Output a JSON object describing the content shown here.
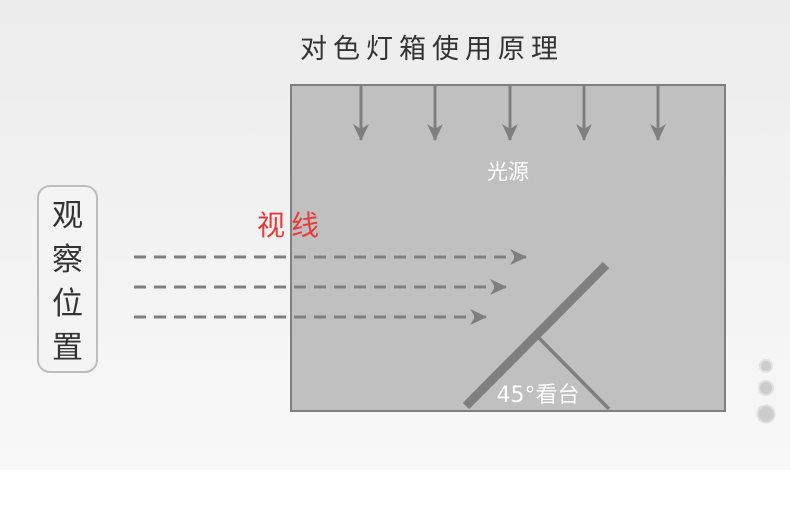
{
  "title": "对色灯箱使用原理",
  "light_source_label": "光源",
  "sight_line_label": "视线",
  "observation_label": [
    "观",
    "察",
    "位",
    "置"
  ],
  "platform_label": "45°看台",
  "colors": {
    "box_fill": "#c0c0c0",
    "stroke": "#7f7f7f",
    "sight_line": "#e83a3a",
    "label_white": "#ffffff"
  },
  "pager": {
    "count": 3,
    "active_index": 2
  }
}
